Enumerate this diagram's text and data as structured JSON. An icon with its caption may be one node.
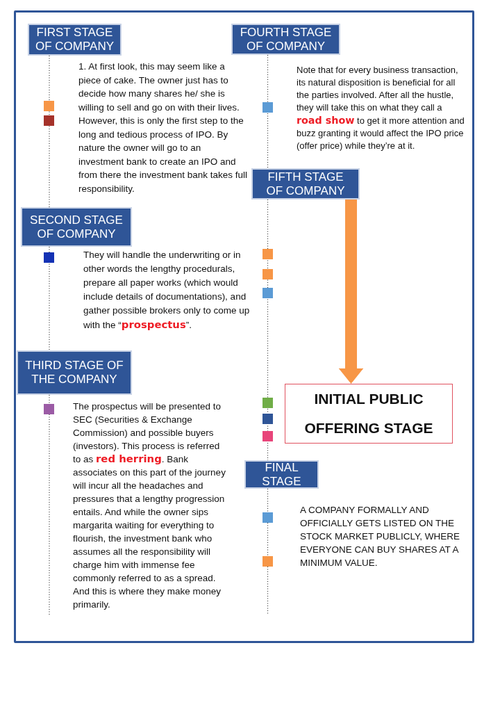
{
  "diagram": {
    "nodes": [
      {
        "text": [
          "FIRST STAGE OF COMPANY"
        ],
        "beside": [
          "1. At first look, this may seem like a piece of cake. The owner just has to decide how many shares he/ she is willing to sell and go on with their lives. However, this is only the first step to the long and tedious process of IPO. By nature the owner will go to an investment bank to create an IPO and from there the investment bank takes full responsibility."
        ]
      },
      {
        "text": [
          "SECOND STAGE OF COMPANY"
        ],
        "beside": [
          "They will handle the underwriting or in other words the lengthy procedurals, prepare all paper works (which would include details of documentations), and gather possible brokers only to come up with the “**prospectus**”."
        ]
      },
      {
        "text": [
          "THIRD STAGE OF THE COMPANY"
        ],
        "beside": [
          "The prospectus will be presented to SEC (Securities & Exchange Commission) and possible buyers (investors). This process is referred to as **red herring**. Bank associates on this part of the journey will incur all the headaches and pressures that a lengthy progression entails. And while the owner sips margarita waiting for everything to flourish, the investment bank who assumes all the responsibility will charge him with immense fee commonly referred to as a spread. And this is where they make money primarily."
        ]
      },
      {
        "text": [
          "FOURTH STAGE OF COMPANY"
        ],
        "beside": [
          "Note that for every business transaction, its natural disposition is beneficial for all the parties involved. After all the hustle, they will take this on what they call a **road show** to get it more attention and buzz granting it would affect the IPO price (offer price) while they’re at it."
        ]
      },
      {
        "text": [
          "FIFTH STAGE OF COMPANY"
        ]
      },
      {
        "text": [
          "INITIAL PUBLIC OFFERING STAGE"
        ]
      },
      {
        "text": [
          "FINAL STAGE"
        ],
        "beside": [
          "A COMPANY FORMALLY AND OFFICIALLY GETS LISTED ON THE STOCK MARKET PUBLICLY, WHERE EVERYONE CAN BUY SHARES AT A MINIMUM VALUE."
        ]
      }
    ],
    "edges": [
      {
        "from": 0,
        "to": 1,
        "arrow": "none",
        "style": "dashed"
      },
      {
        "from": 1,
        "to": 2,
        "arrow": "none",
        "style": "dashed"
      },
      {
        "from": 2,
        "to": null,
        "arrow": "none",
        "style": "dashed"
      },
      {
        "from": 3,
        "to": 4,
        "arrow": "none",
        "style": "dashed"
      },
      {
        "from": 4,
        "to": 6,
        "arrow": "none",
        "style": "dashed"
      },
      {
        "from": 6,
        "to": null,
        "arrow": "none",
        "style": "dashed"
      },
      {
        "from": 4,
        "to": 5,
        "arrow": "to",
        "style": "thick",
        "color": "#f79646"
      }
    ]
  }
}
